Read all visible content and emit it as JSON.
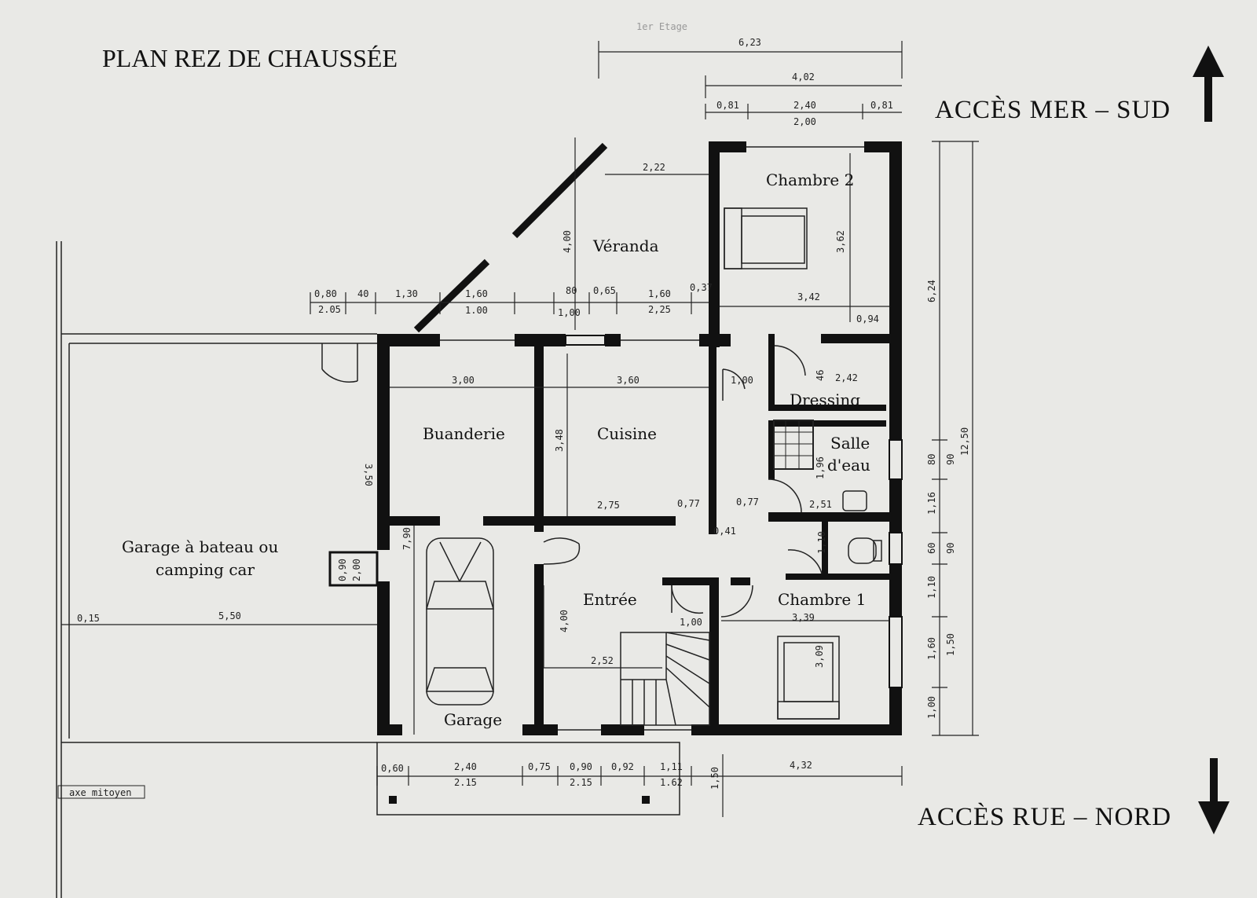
{
  "title": "PLAN REZ DE CHAUSSÉE",
  "access_south": "ACCÈS MER – SUD",
  "access_north": "ACCÈS RUE – NORD",
  "rooms": {
    "chambre2": "Chambre 2",
    "veranda": "Véranda",
    "buanderie": "Buanderie",
    "cuisine": "Cuisine",
    "dressing": "Dressing",
    "salle1": "Salle",
    "salle2": "d'eau",
    "garage_boat_1": "Garage à bateau ou",
    "garage_boat_2": "camping car",
    "entree": "Entrée",
    "chambre1": "Chambre 1",
    "garage": "Garage"
  },
  "labels": {
    "etage": "1er Etage",
    "axe": "axe mitoyen"
  },
  "dims": {
    "top_623": "6,23",
    "top_402": "4,02",
    "top_081a": "0,81",
    "top_240": "2,40",
    "top_081b": "0,81",
    "top_200": "2,00",
    "ver_222": "2,22",
    "ver_400": "4,00",
    "ch2_362": "3,62",
    "ch2_342": "3,42",
    "ch2_094": "0,94",
    "r_080": "0,80",
    "r_40": "40",
    "r_130": "1,30",
    "r_160a": "1,60",
    "r_80": "80",
    "r_065": "0,65",
    "r_160b": "1,60",
    "r_037": "0,37",
    "r_205": "2.05",
    "r_100a": "1.00",
    "r_100b": "1,00",
    "r_225": "2,25",
    "b_300": "3,00",
    "c_360": "3,60",
    "c_348": "3,48",
    "g_350": "3,50",
    "h_100": "1,00",
    "d_46": "46",
    "d_242": "2,42",
    "s_196": "1,96",
    "c_275": "2,75",
    "c_077a": "0,77",
    "c_077b": "0,77",
    "s_251": "2,51",
    "c_041": "0,41",
    "g_790": "7,90",
    "w_090": "0,90",
    "w_200": "2,00",
    "wc_110": "1,10",
    "e_400": "4,00",
    "st_100": "1,00",
    "ch1_339": "3,39",
    "ch1_309": "3,09",
    "e_252": "2,52",
    "gb_015": "0,15",
    "gb_550": "5,50",
    "bt_060": "0,60",
    "bt_240": "2,40",
    "bt_075": "0,75",
    "bt_090": "0,90",
    "bt_092": "0,92",
    "bt_111": "1,11",
    "bt_215a": "2.15",
    "bt_215b": "2.15",
    "bt_162": "1.62",
    "bt_150": "1,50",
    "bt_432": "4,32",
    "rv_624": "6,24",
    "rv_1250": "12,50",
    "rv_80": "80",
    "rv_90a": "90",
    "rv_116": "1,16",
    "rv_60": "60",
    "rv_90b": "90",
    "rv_110": "1,10",
    "rv_160": "1,60",
    "rv_150": "1,50",
    "rv_100": "1,00"
  }
}
